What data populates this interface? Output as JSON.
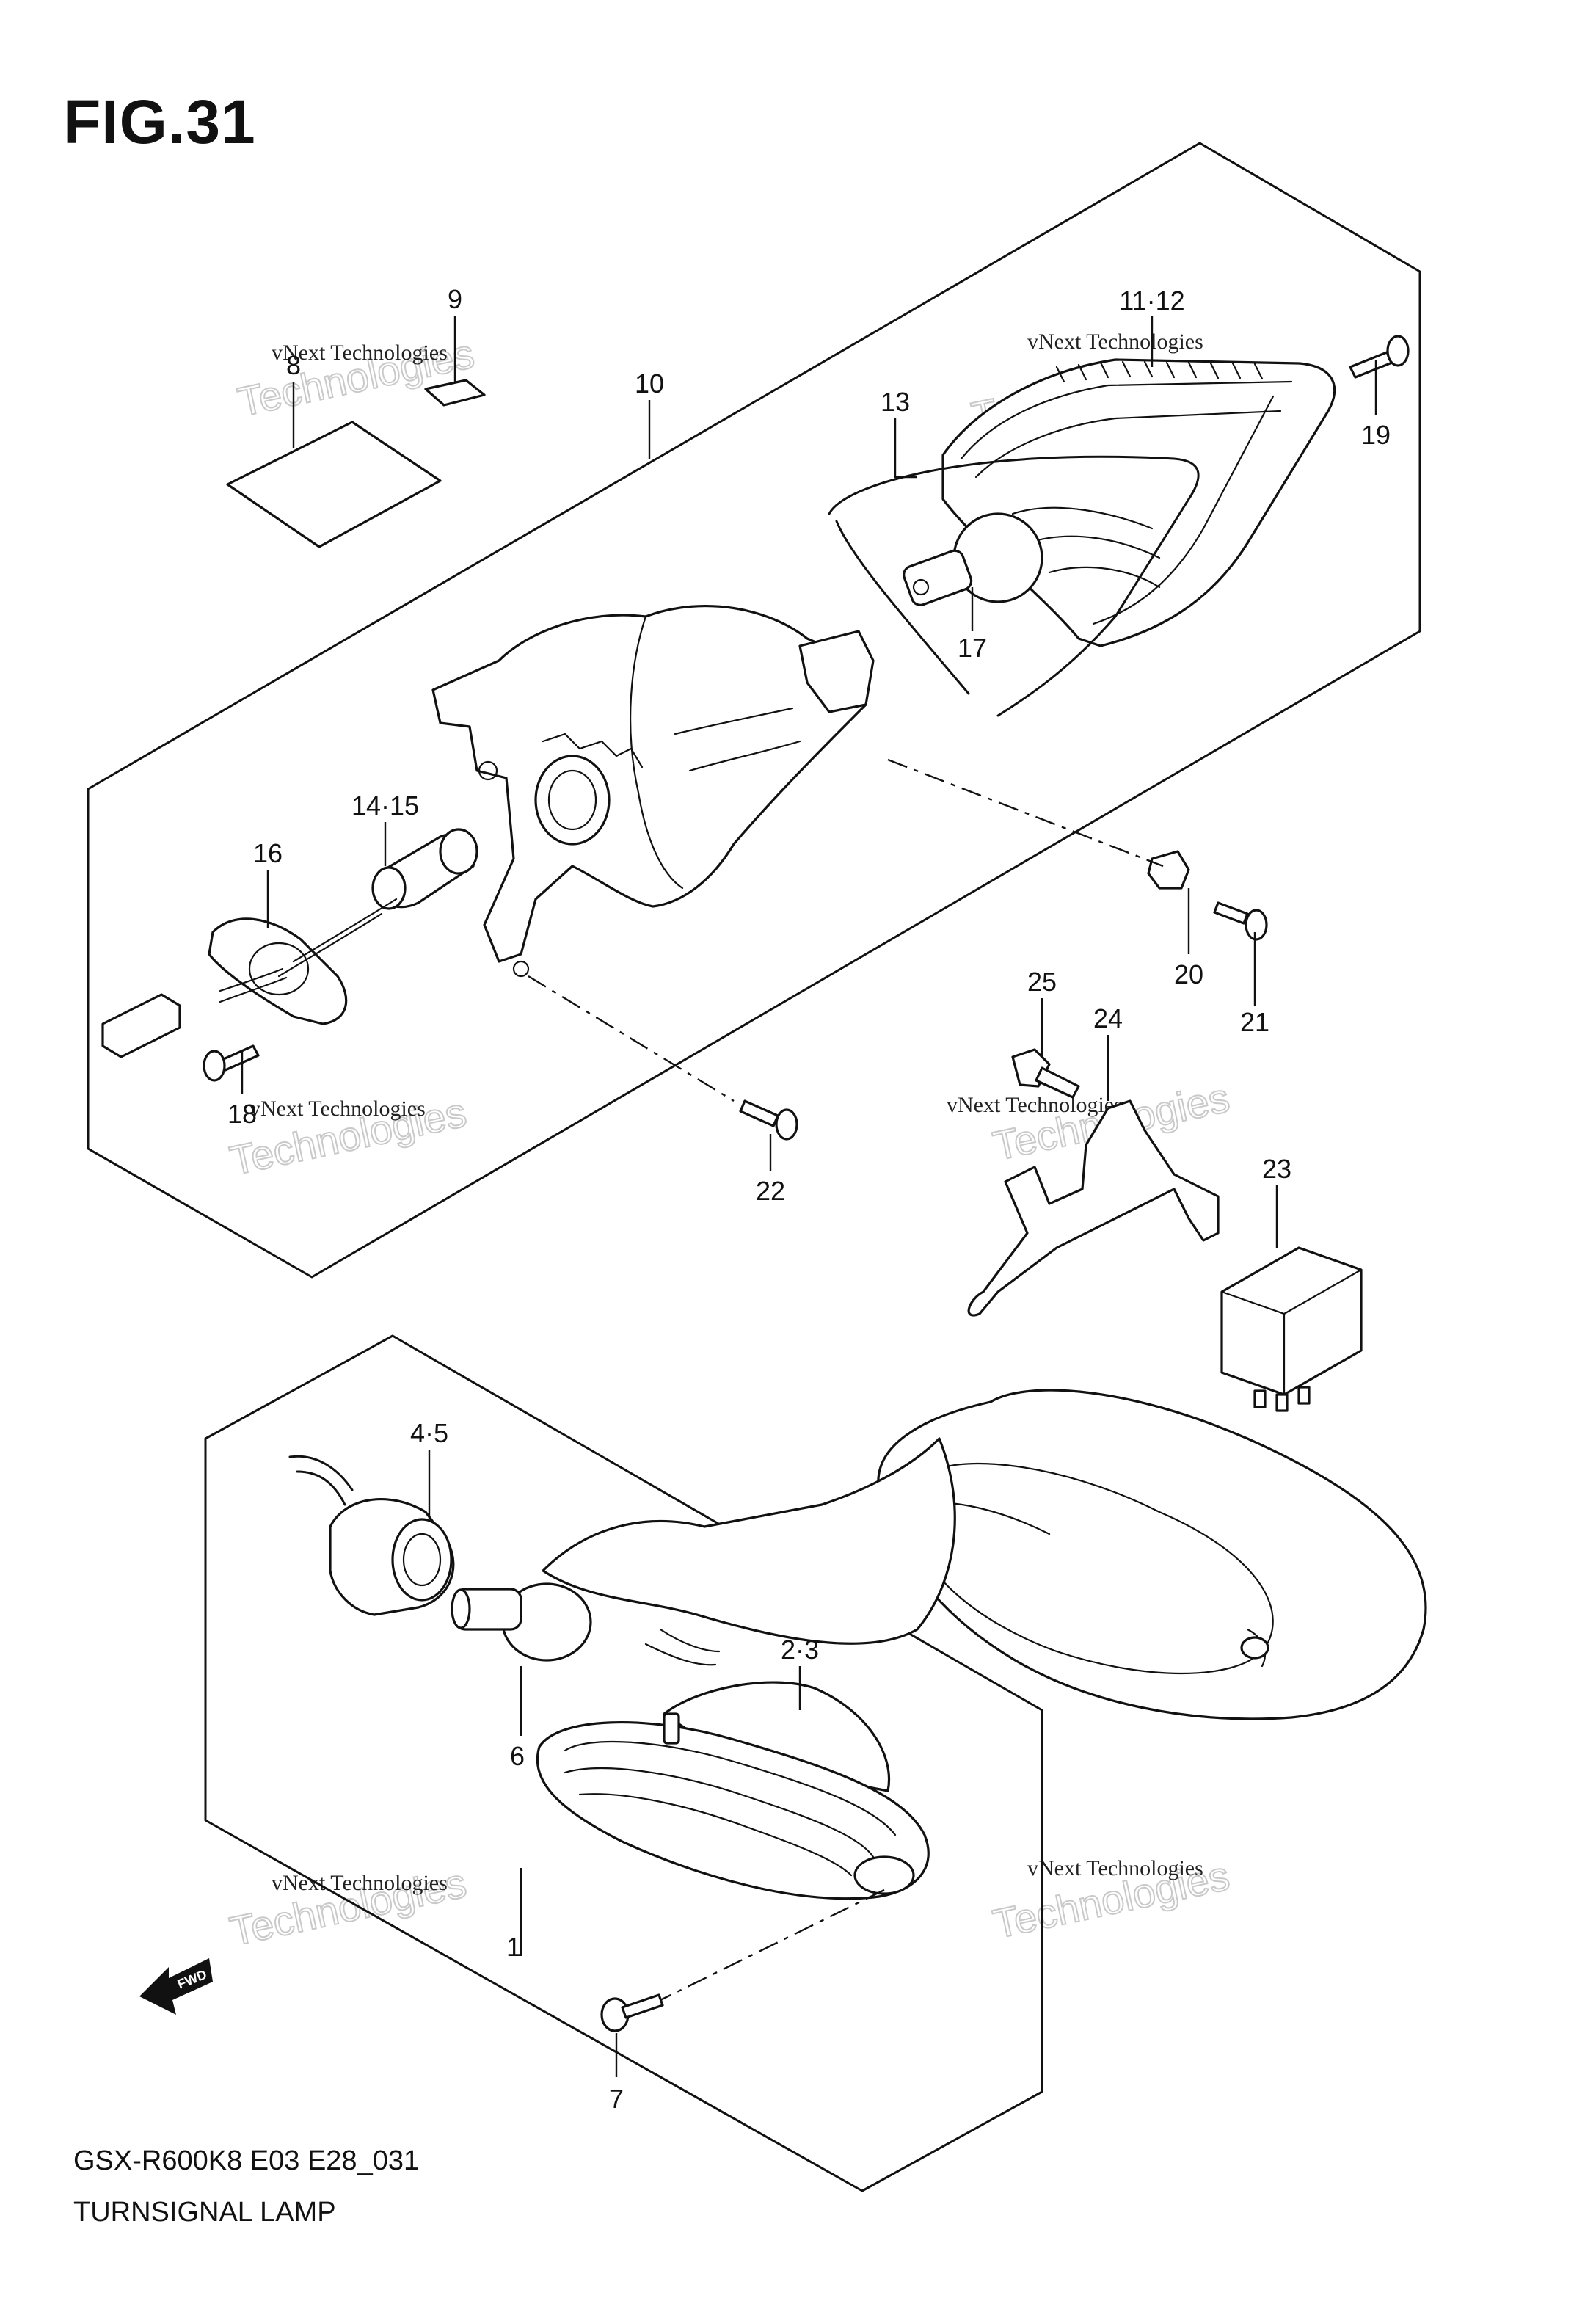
{
  "figure": {
    "title": "FIG.31",
    "model_code": "GSX-R600K8 E03 E28_031",
    "name": "TURNSIGNAL LAMP",
    "fwd_label": "FWD"
  },
  "watermark": {
    "line1": "vNext Technologies",
    "line2": "Technologies"
  },
  "callouts": [
    {
      "id": "c1",
      "label": "1"
    },
    {
      "id": "c23",
      "label": "2·3"
    },
    {
      "id": "c45",
      "label": "4·5"
    },
    {
      "id": "c6",
      "label": "6"
    },
    {
      "id": "c7",
      "label": "7"
    },
    {
      "id": "c8",
      "label": "8"
    },
    {
      "id": "c9",
      "label": "9"
    },
    {
      "id": "c10",
      "label": "10"
    },
    {
      "id": "c1112",
      "label": "11·12"
    },
    {
      "id": "c13",
      "label": "13"
    },
    {
      "id": "c1415",
      "label": "14·15"
    },
    {
      "id": "c16",
      "label": "16"
    },
    {
      "id": "c17",
      "label": "17"
    },
    {
      "id": "c18",
      "label": "18"
    },
    {
      "id": "c19",
      "label": "19"
    },
    {
      "id": "c20",
      "label": "20"
    },
    {
      "id": "c21",
      "label": "21"
    },
    {
      "id": "c22",
      "label": "22"
    },
    {
      "id": "c23b",
      "label": "23"
    },
    {
      "id": "c24",
      "label": "24"
    },
    {
      "id": "c25",
      "label": "25"
    }
  ]
}
